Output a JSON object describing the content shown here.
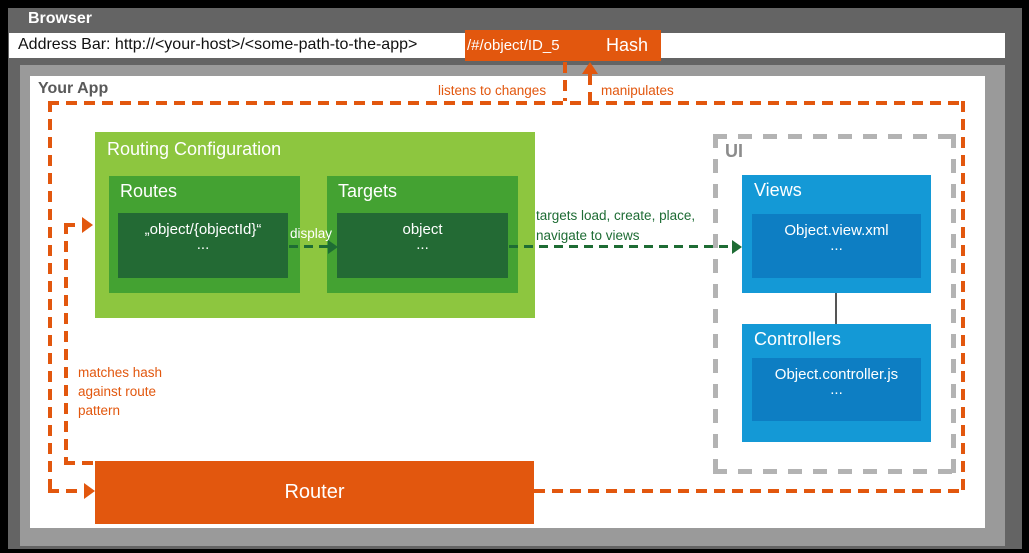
{
  "colors": {
    "orange": "#E2570E",
    "light_green": "#8DC63F",
    "mid_green": "#44A232",
    "dark_green": "#236A34",
    "green_arrow": "#1E6C34",
    "blue": "#1499D6",
    "dark_blue": "#0D7EC3",
    "browser_gray": "#646464",
    "frame_gray": "#9A9A9A",
    "ui_dash_gray": "#B3B3B3",
    "text_gray": "#595959"
  },
  "browser": {
    "title": "Browser",
    "address_text": "Address Bar: http://<your-host>/<some-path-to-the-app>",
    "hash_value": "/#/object/ID_5",
    "hash_label": "Hash"
  },
  "app": {
    "title": "Your App",
    "routing": {
      "title": "Routing Configuration",
      "routes": {
        "title": "Routes",
        "pattern": "„object/{objectId}“",
        "ellipsis": "..."
      },
      "targets": {
        "title": "Targets",
        "value": "object",
        "ellipsis": "..."
      },
      "display_label": "display"
    },
    "ui": {
      "title": "UI",
      "views": {
        "title": "Views",
        "file": "Object.view.xml",
        "ellipsis": "..."
      },
      "controllers": {
        "title": "Controllers",
        "file": "Object.controller.js",
        "ellipsis": "..."
      }
    },
    "router": {
      "label": "Router"
    }
  },
  "annotations": {
    "listens": "listens to changes",
    "manipulates": "manipulates",
    "matches_line1": "matches hash",
    "matches_line2": "against route",
    "matches_line3": "pattern",
    "targets_line1": "targets load, create, place,",
    "targets_line2": "navigate to views"
  }
}
